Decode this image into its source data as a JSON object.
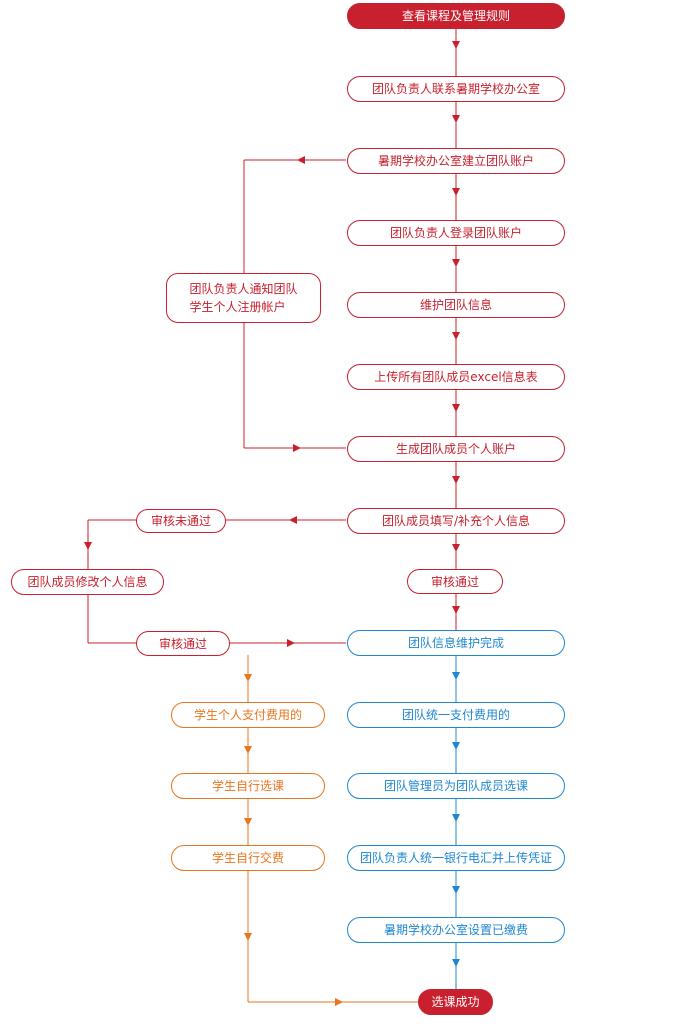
{
  "colors": {
    "red": "#c8202e",
    "blue": "#1f87d0",
    "orange": "#e8751f"
  },
  "nodes": {
    "view_rules": "查看课程及管理规则",
    "contact_office": "团队负责人联系暑期学校办公室",
    "create_team_account": "暑期学校办公室建立团队账户",
    "login_team_account": "团队负责人登录团队账户",
    "maintain_team_info": "维护团队信息",
    "upload_excel": "上传所有团队成员excel信息表",
    "generate_member_accounts": "生成团队成员个人账户",
    "notify_register_line1": "团队负责人通知团队",
    "notify_register_line2": "学生个人注册帐户",
    "fill_member_info": "团队成员填写/补充个人信息",
    "review_failed": "审核未通过",
    "member_edit_info": "团队成员修改个人信息",
    "review_passed_left": "审核通过",
    "review_passed_right": "审核通过",
    "team_info_done": "团队信息维护完成",
    "student_pays": "学生个人支付费用的",
    "student_selects": "学生自行选课",
    "student_pays_fee": "学生自行交费",
    "team_unified_pay": "团队统一支付费用的",
    "admin_selects_courses": "团队管理员为团队成员选课",
    "leader_wire_transfer": "团队负责人统一银行电汇并上传凭证",
    "office_set_paid": "暑期学校办公室设置已缴费",
    "enroll_success": "选课成功"
  }
}
